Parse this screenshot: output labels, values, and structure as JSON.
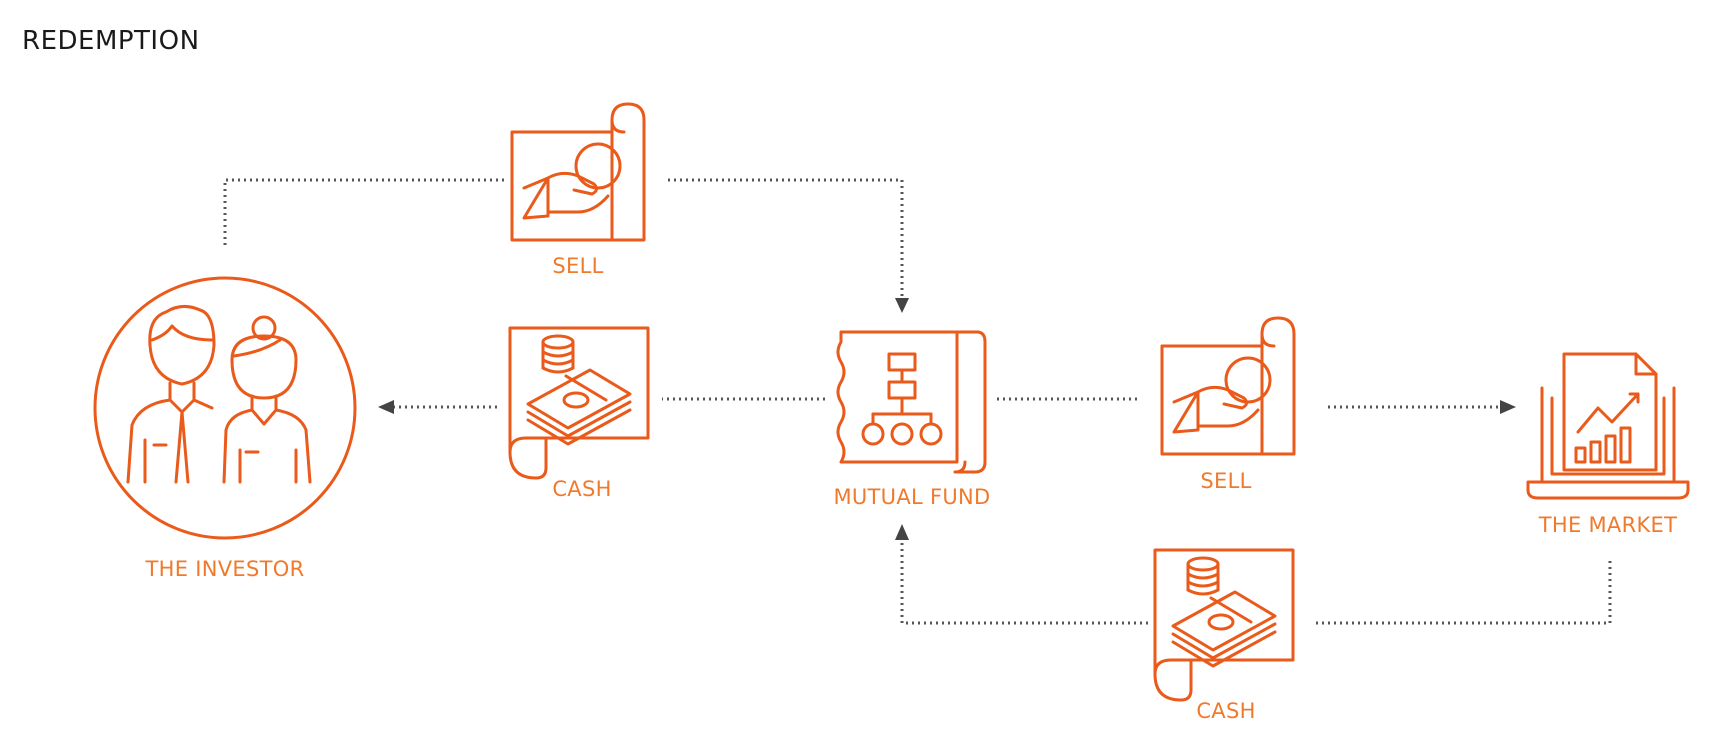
{
  "title": "REDEMPTION",
  "labels": {
    "investor": "THE INVESTOR",
    "sell_top": "SELL",
    "cash_left": "CASH",
    "mutual_fund": "MUTUAL FUND",
    "sell_right": "SELL",
    "cash_bottom": "CASH",
    "market": "THE MARKET"
  },
  "colors": {
    "accent": "#ea5a1a",
    "label": "#f07a2c",
    "connector": "#555555"
  },
  "icons": [
    "investors-icon",
    "sell-hand-coin-icon",
    "cash-money-icon",
    "fund-org-chart-icon",
    "market-chart-icon"
  ]
}
